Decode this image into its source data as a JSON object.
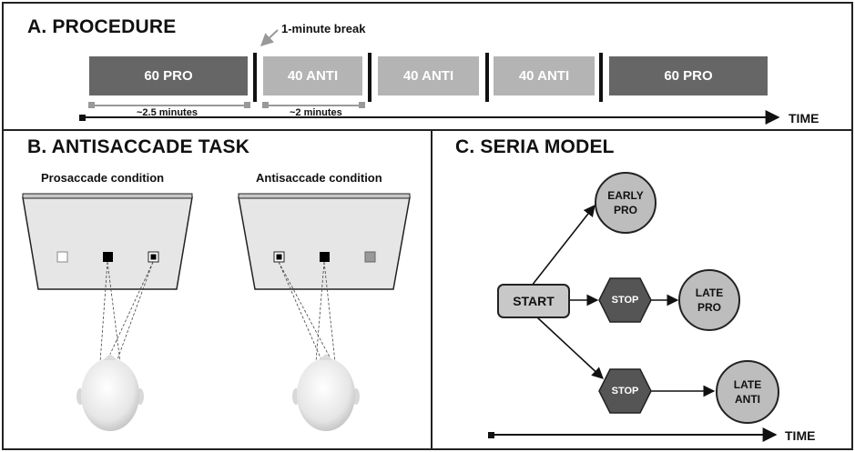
{
  "panelA": {
    "title": "A. PROCEDURE",
    "break_label": "1-minute break",
    "blocks": [
      "60 PRO",
      "40 ANTI",
      "40 ANTI",
      "40 ANTI",
      "60 PRO"
    ],
    "duration_pro": "~2.5 minutes",
    "duration_anti": "~2 minutes",
    "time_label": "TIME"
  },
  "panelB": {
    "title": "B. ANTISACCADE TASK",
    "prosaccade_label": "Prosaccade condition",
    "antisaccade_label": "Antisaccade condition"
  },
  "panelC": {
    "title": "C. SERIA MODEL",
    "start": "START",
    "early_pro": [
      "EARLY",
      "PRO"
    ],
    "stop": "STOP",
    "late_pro": [
      "LATE",
      "PRO"
    ],
    "late_anti": [
      "LATE",
      "ANTI"
    ],
    "time_label": "TIME"
  },
  "colors": {
    "dark_block": "#666666",
    "light_block": "#b4b4b4",
    "node_fill": "#bdbdbd",
    "hex_fill": "#555555"
  }
}
